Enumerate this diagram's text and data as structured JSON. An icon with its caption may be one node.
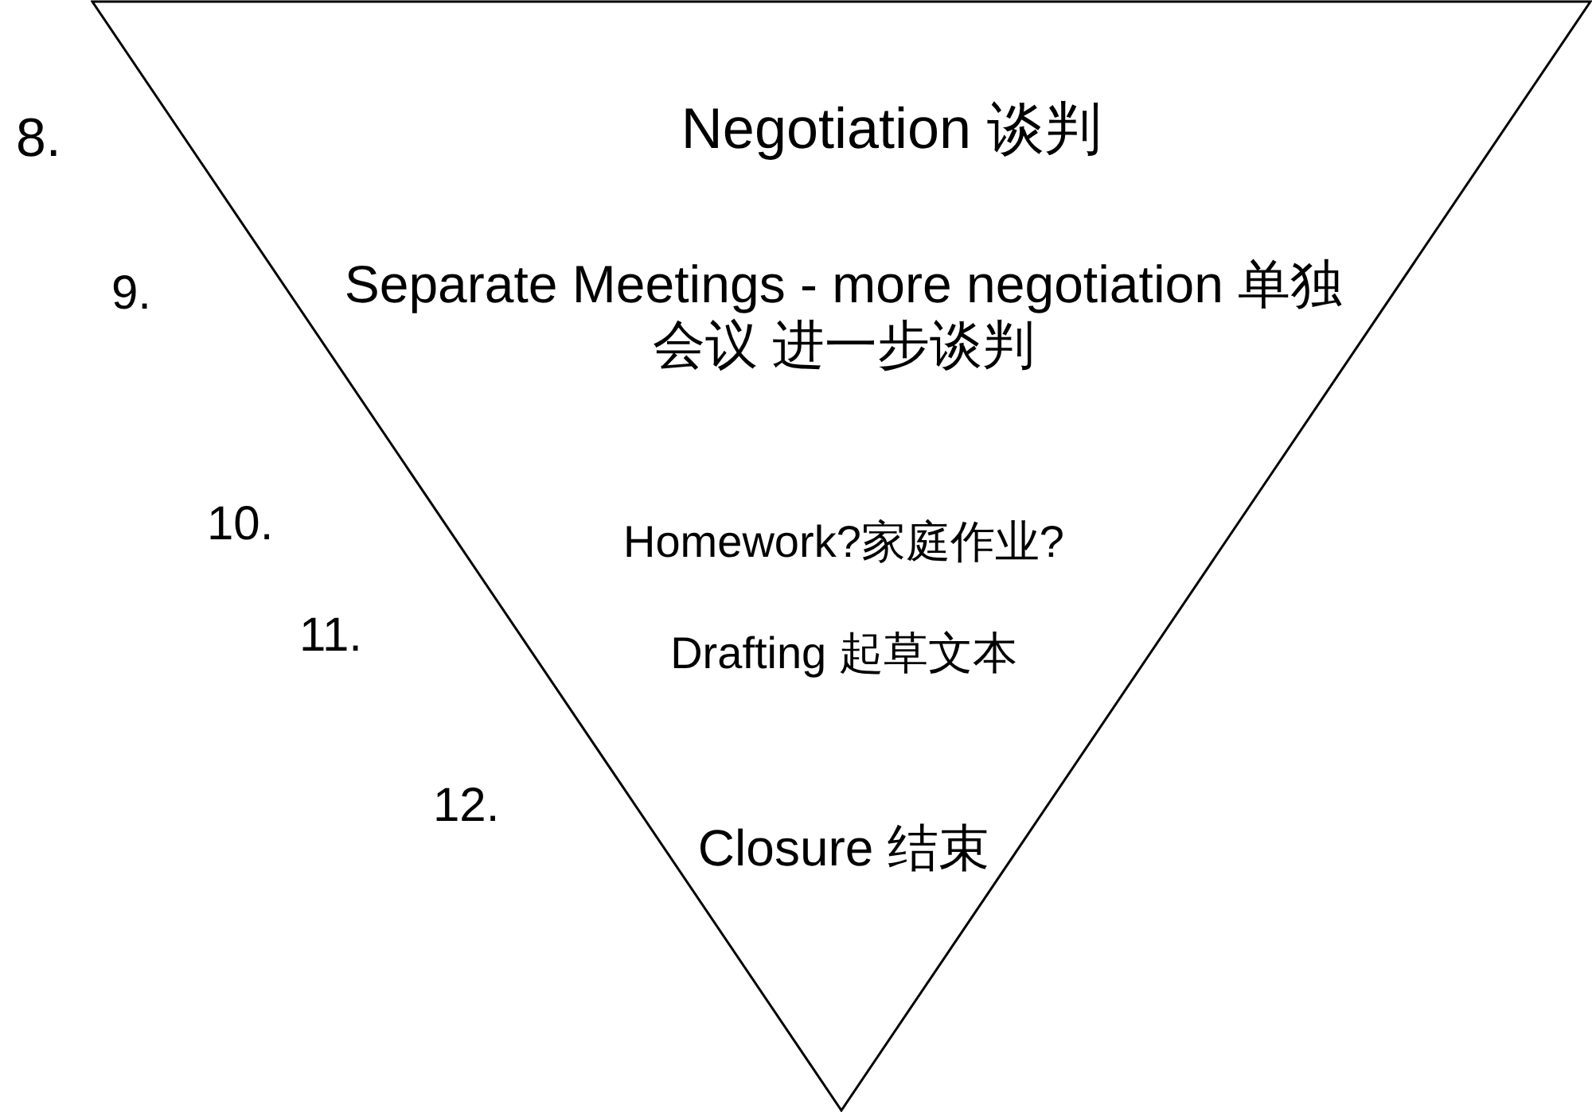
{
  "diagram": {
    "nodes": [
      {
        "text": [
          "Negotiation 谈判",
          "Separate Meetings - more negotiation 单独会议 进一步谈判",
          "Homework?家庭作业?",
          "Drafting 起草文本",
          "Closure 结束"
        ]
      }
    ],
    "labels": [
      "8.",
      "9.",
      "10.",
      "11.",
      "12."
    ]
  }
}
